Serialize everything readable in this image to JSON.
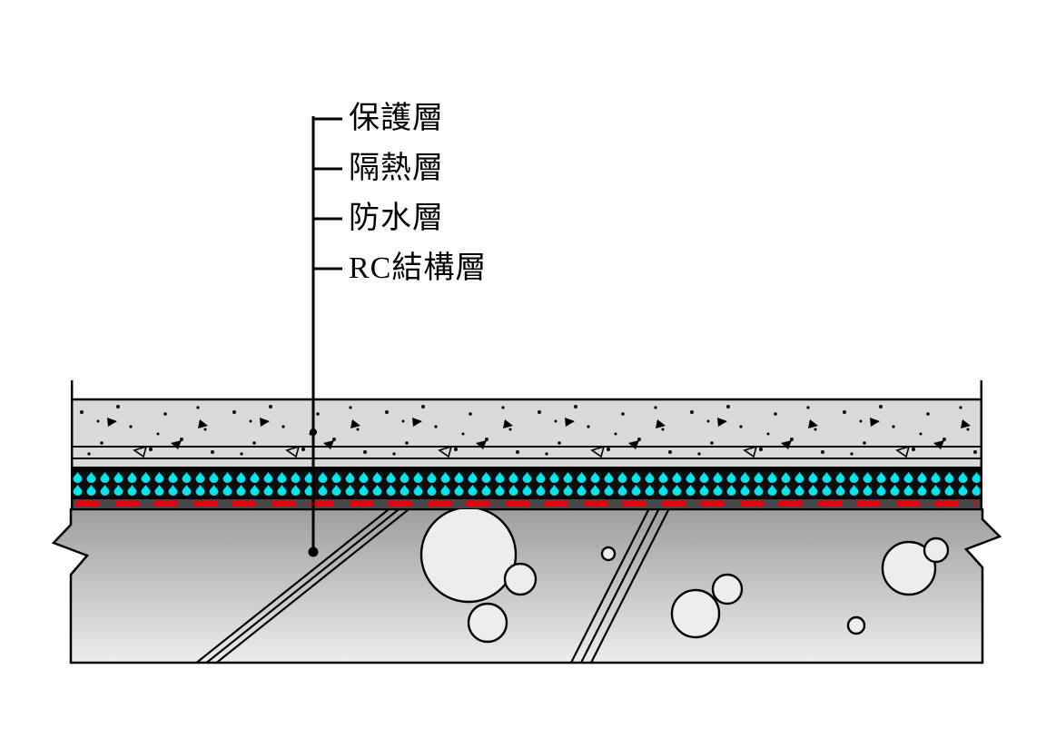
{
  "diagram": {
    "labels": [
      {
        "text": "保護層"
      },
      {
        "text": "隔熱層"
      },
      {
        "text": "防水層"
      },
      {
        "text": "RC結構層"
      }
    ],
    "colors": {
      "insulation_cyan": "#00e5ee",
      "waterproof_red": "#e8000d",
      "protection_gray": "#d9d9d9",
      "membrane_band_gray": "#474747",
      "insulation_bg_black": "#0d0d0d",
      "line_black": "#000000"
    }
  }
}
